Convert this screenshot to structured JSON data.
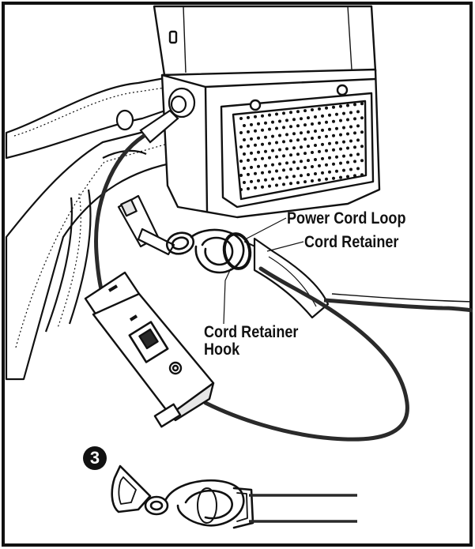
{
  "labels": {
    "power_cord_loop": "Power Cord Loop",
    "cord_retainer": "Cord Retainer",
    "cord_retainer_hook_line1": "Cord Retainer",
    "cord_retainer_hook_line2": "Hook"
  },
  "step": {
    "number": "3"
  },
  "colors": {
    "ink": "#111111",
    "cord": "#2a2a2a",
    "paper": "#ffffff",
    "shade": "#e6e6e6"
  }
}
